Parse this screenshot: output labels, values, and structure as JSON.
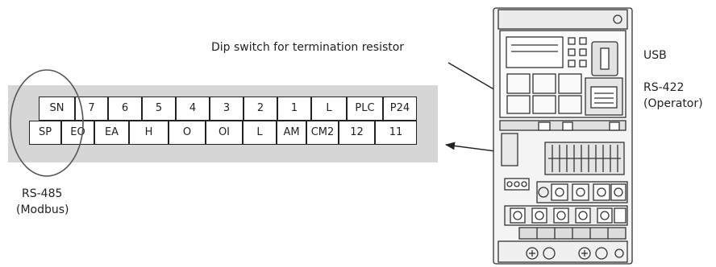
{
  "labels": {
    "dip_switch": "Dip switch for termination resistor",
    "usb": "USB",
    "rs422_line1": "RS-422",
    "rs422_line2": "(Operator)",
    "rs485_line1": "RS-485",
    "rs485_line2": "(Modbus)"
  },
  "terminals": {
    "top_row": [
      "SN",
      "7",
      "6",
      "5",
      "4",
      "3",
      "2",
      "1",
      "L",
      "PLC",
      "P24"
    ],
    "bottom_row": [
      "SP",
      "EO",
      "EA",
      "H",
      "O",
      "OI",
      "L",
      "AM",
      "CM2",
      "12",
      "11"
    ]
  },
  "colors": {
    "strip": "#d6d6d6",
    "line": "#222222"
  }
}
